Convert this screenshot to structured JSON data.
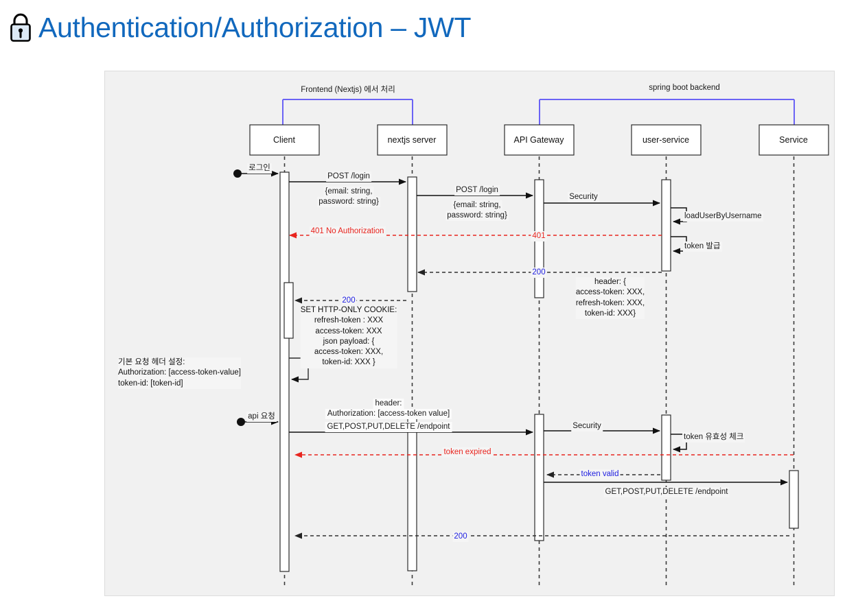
{
  "page": {
    "title": "Authentication/Authorization – JWT",
    "title_color": "#1168bd",
    "background": "#ffffff",
    "diagram_background": "#f1f1f1"
  },
  "icons": {
    "lock": "lock-icon"
  },
  "diagram": {
    "type": "sequence-diagram",
    "groups": [
      {
        "label": "Frontend (Nextjs) 에서 처리",
        "color": "#6b63f5",
        "from": "Client",
        "to": "nextjs server"
      },
      {
        "label": "spring boot backend",
        "color": "#6b63f5",
        "from": "API Gateway",
        "to": "Service"
      }
    ],
    "participants": [
      {
        "name": "Client"
      },
      {
        "name": "nextjs server"
      },
      {
        "name": "API Gateway"
      },
      {
        "name": "user-service"
      },
      {
        "name": "Service"
      }
    ],
    "messages": [
      {
        "id": "m1",
        "label": "로그인",
        "from": "actor",
        "to": "Client",
        "style": "solid",
        "color": "#111111"
      },
      {
        "id": "m2",
        "label": "POST /login",
        "sub": "{email: string,\npassword: string}",
        "from": "Client",
        "to": "nextjs server",
        "style": "solid",
        "color": "#111111"
      },
      {
        "id": "m3",
        "label": "POST /login",
        "sub": "{email: string,\npassword: string}",
        "from": "nextjs server",
        "to": "API Gateway",
        "style": "solid",
        "color": "#111111"
      },
      {
        "id": "m4",
        "label": "Security",
        "from": "API Gateway",
        "to": "user-service",
        "style": "solid",
        "color": "#111111"
      },
      {
        "id": "m5",
        "label": "loadUserByUsername",
        "from": "user-service",
        "to": "user-service",
        "style": "self",
        "color": "#111111"
      },
      {
        "id": "m6",
        "label": "401 No Authorization",
        "secondary": "401",
        "from": "user-service",
        "to": "Client",
        "style": "dashed",
        "color": "#e8251f"
      },
      {
        "id": "m7",
        "label": "token 발급",
        "from": "user-service",
        "to": "user-service",
        "style": "self",
        "color": "#111111"
      },
      {
        "id": "m8",
        "label": "200",
        "sub": "header: {\naccess-token: XXX,\nrefresh-token: XXX,\ntoken-id: XXX}",
        "from": "user-service",
        "to": "nextjs server",
        "style": "dashed",
        "color": "#2020e0"
      },
      {
        "id": "m9",
        "label": "200",
        "from": "nextjs server",
        "to": "Client",
        "style": "dashed",
        "color": "#2020e0"
      },
      {
        "id": "m10",
        "label": "api 요청",
        "from": "actor",
        "to": "Client",
        "style": "solid",
        "color": "#111111"
      },
      {
        "id": "m11",
        "label": "GET,POST,PUT,DELETE /endpoint",
        "sub": "header:\nAuthorization: [access-token value]",
        "from": "Client",
        "to": "API Gateway",
        "style": "solid",
        "color": "#111111"
      },
      {
        "id": "m12",
        "label": "Security",
        "from": "API Gateway",
        "to": "user-service",
        "style": "solid",
        "color": "#111111"
      },
      {
        "id": "m13",
        "label": "token 유효성 체크",
        "from": "user-service",
        "to": "user-service",
        "style": "self",
        "color": "#111111"
      },
      {
        "id": "m14",
        "label": "token expired",
        "from": "user-service",
        "to": "Client",
        "style": "dashed",
        "color": "#e8251f"
      },
      {
        "id": "m15",
        "label": "token valid",
        "from": "user-service",
        "to": "API Gateway",
        "style": "dashed",
        "color": "#2020e0"
      },
      {
        "id": "m16",
        "label": "GET,POST,PUT,DELETE /endpoint",
        "from": "API Gateway",
        "to": "Service",
        "style": "solid",
        "color": "#111111"
      },
      {
        "id": "m17",
        "label": "200",
        "from": "Service",
        "to": "Client",
        "style": "dashed",
        "color": "#2020e0"
      }
    ],
    "notes": [
      {
        "id": "n1",
        "anchor": "Client",
        "lines": [
          {
            "text": "SET HTTP-ONLY COOKIE:",
            "bold": true
          },
          {
            "text": "refresh-token : XXX",
            "bold": false
          },
          {
            "text": "access-token: XXX",
            "bold": false
          },
          {
            "text": "json payload: {",
            "bold": true
          },
          {
            "text": "access-token: XXX,",
            "bold": false
          },
          {
            "text": "token-id: XXX }",
            "bold": false
          }
        ]
      },
      {
        "id": "n2",
        "anchor": "Client",
        "lines": [
          {
            "text": "기본 요청 헤더 설정:",
            "bold": false
          },
          {
            "text": "Authorization:  [access-token-value]",
            "bold": false
          },
          {
            "text": "token-id: [token-id]",
            "bold": false
          }
        ]
      },
      {
        "id": "n3",
        "anchor": "user-service",
        "lines": [
          {
            "text": "header: {",
            "bold": true
          },
          {
            "text": "access-token: XXX,",
            "bold": false
          },
          {
            "text": "refresh-token: XXX,",
            "bold": false
          },
          {
            "text": "token-id: XXX}",
            "bold": false
          }
        ]
      }
    ],
    "labels": {
      "login_actor": "로그인",
      "api_actor": "api 요청",
      "post_login_1": "POST /login",
      "post_login_2": "POST /login",
      "email_payload_1_line1": "{email: string,",
      "email_payload_1_line2": "password: string}",
      "email_payload_2_line1": "{email: string,",
      "email_payload_2_line2": "password: string}",
      "security_1": "Security",
      "security_2": "Security",
      "load_user": "loadUserByUsername",
      "token_issue": "token 발급",
      "token_check": "token 유효성 체크",
      "err_401_full": "401 No Authorization",
      "err_401": "401",
      "ok_200_a": "200",
      "ok_200_b": "200",
      "ok_200_c": "200",
      "token_expired": "token expired",
      "token_valid": "token valid",
      "endpoint_1_header": "header:",
      "endpoint_1_auth": "Authorization: [access-token value]",
      "endpoint_1": "GET,POST,PUT,DELETE /endpoint",
      "endpoint_2": "GET,POST,PUT,DELETE /endpoint",
      "header_block_title": "header: {",
      "header_access": "access-token: XXX,",
      "header_refresh": "refresh-token: XXX,",
      "header_tokenid": "token-id: XXX}",
      "cookie_title": "SET HTTP-ONLY COOKIE:",
      "cookie_refresh": "refresh-token : XXX",
      "cookie_access": "access-token: XXX",
      "cookie_payload_title": "json payload: {",
      "cookie_payload_access": "access-token: XXX,",
      "cookie_payload_tokenid": "token-id: XXX }",
      "req_header_title": "기본 요청 헤더 설정:",
      "req_header_auth": "Authorization:  [access-token-value]",
      "req_header_tokenid": "token-id: [token-id]"
    }
  }
}
